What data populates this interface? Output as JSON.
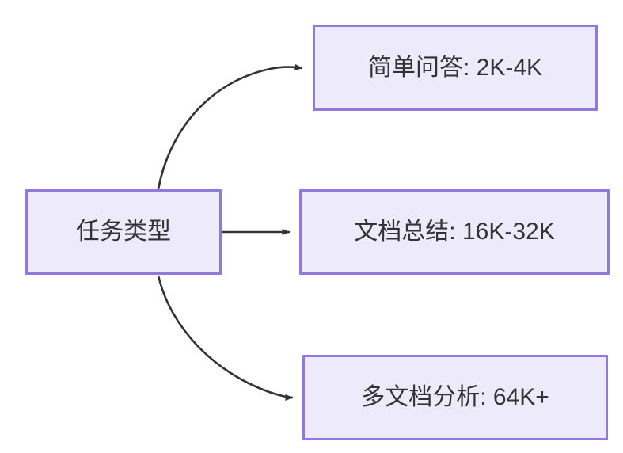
{
  "diagram": {
    "type": "flowchart",
    "direction": "left-to-right",
    "background_color": "#FFFFFF",
    "node_fill_color": "#ECEAFB",
    "node_border_color": "#9179DB",
    "node_text_color": "#333333",
    "edge_color": "#333333",
    "nodes": [
      {
        "id": "root",
        "label": "任务类型"
      },
      {
        "id": "simple",
        "label": "简单问答: 2K-4K"
      },
      {
        "id": "doc",
        "label": "文档总结: 16K-32K"
      },
      {
        "id": "multi",
        "label": "多文档分析: 64K+"
      }
    ],
    "edges": [
      {
        "from": "root",
        "to": "simple",
        "label": "",
        "style": "curved",
        "arrow": "arrow-head"
      },
      {
        "from": "root",
        "to": "doc",
        "label": "",
        "style": "straight",
        "arrow": "arrow-head"
      },
      {
        "from": "root",
        "to": "multi",
        "label": "",
        "style": "curved",
        "arrow": "arrow-head"
      }
    ]
  }
}
